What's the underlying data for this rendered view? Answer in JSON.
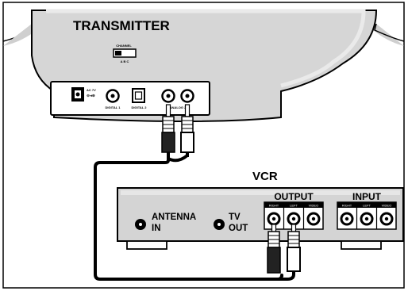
{
  "transmitter": {
    "title": "TRANSMITTER",
    "switch_label": "CHANNEL",
    "switch_positions": "A  B  C",
    "ports": {
      "ac": "AC 7V",
      "digital1": "DIGITAL 1",
      "digital2": "DIGITAL 2",
      "analog": "ANALOG 2"
    }
  },
  "vcr": {
    "title": "VCR",
    "antenna_line1": "ANTENNA",
    "antenna_line2": "IN",
    "tv_line1": "TV",
    "tv_line2": "OUT",
    "output": {
      "label": "OUTPUT",
      "jacks": [
        "RIGHT",
        "LEFT",
        "VIDEO"
      ]
    },
    "input": {
      "label": "INPUT",
      "jacks": [
        "RIGHT",
        "LEFT",
        "VIDEO"
      ]
    }
  }
}
